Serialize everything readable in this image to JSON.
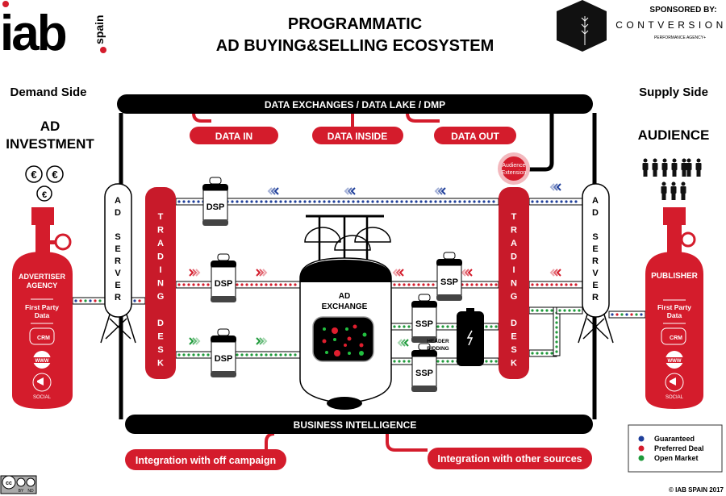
{
  "logo": {
    "main": "iab",
    "sub": "spain"
  },
  "title": {
    "line1": "PROGRAMMATIC",
    "line2": "AD BUYING&SELLING ECOSYSTEM"
  },
  "sponsor": {
    "label": "SPONSORED BY:",
    "name": "CONTVERSION",
    "tagline": "PERFORMANCE AGENCY+"
  },
  "demand": {
    "side": "Demand Side",
    "heading1": "AD",
    "heading2": "INVESTMENT",
    "currency_symbol": "€"
  },
  "supply": {
    "side": "Supply Side",
    "heading": "AUDIENCE"
  },
  "top_bar": "DATA EXCHANGES / DATA LAKE / DMP",
  "data_pills": [
    "DATA IN",
    "DATA INSIDE",
    "DATA OUT"
  ],
  "bottom_bar": "BUSINESS INTELLIGENCE",
  "integration": {
    "left": "Integration with off campaign",
    "right": "Integration with other sources"
  },
  "ad_server": [
    "A",
    "D",
    "",
    "S",
    "E",
    "R",
    "V",
    "E",
    "R"
  ],
  "trading_desk": [
    "T",
    "R",
    "A",
    "D",
    "I",
    "N",
    "G",
    "",
    "D",
    "E",
    "S",
    "K"
  ],
  "advertiser": {
    "name1": "ADVERTISER",
    "name2": "AGENCY",
    "fpd1": "First Party",
    "fpd2": "Data",
    "crm": "CRM",
    "www": "WWW",
    "social": "SOCIAL"
  },
  "publisher": {
    "name": "PUBLISHER",
    "fpd1": "First Party",
    "fpd2": "Data",
    "crm": "CRM",
    "www": "WWW",
    "social": "SOCIAL"
  },
  "audience_extension": {
    "line1": "Audience",
    "line2": "Extension"
  },
  "dsp_label": "DSP",
  "ssp_label": "SSP",
  "ad_exchange": {
    "line1": "AD",
    "line2": "EXCHANGE"
  },
  "header_bidding": {
    "line1": "HEADER",
    "line2": "BIDDING"
  },
  "legend": [
    {
      "label": "Guaranteed",
      "color": "#1f3f9a"
    },
    {
      "label": "Preferred Deal",
      "color": "#d41c2c"
    },
    {
      "label": "Open Market",
      "color": "#1e9a3a"
    }
  ],
  "license": {
    "cc": "cc",
    "by": "BY",
    "nd": "ND"
  },
  "copyright": "© IAB SPAIN 2017",
  "colors": {
    "red": "#d41c2c",
    "black": "#000000",
    "blue": "#1f3f9a",
    "green": "#1e9a3a"
  }
}
